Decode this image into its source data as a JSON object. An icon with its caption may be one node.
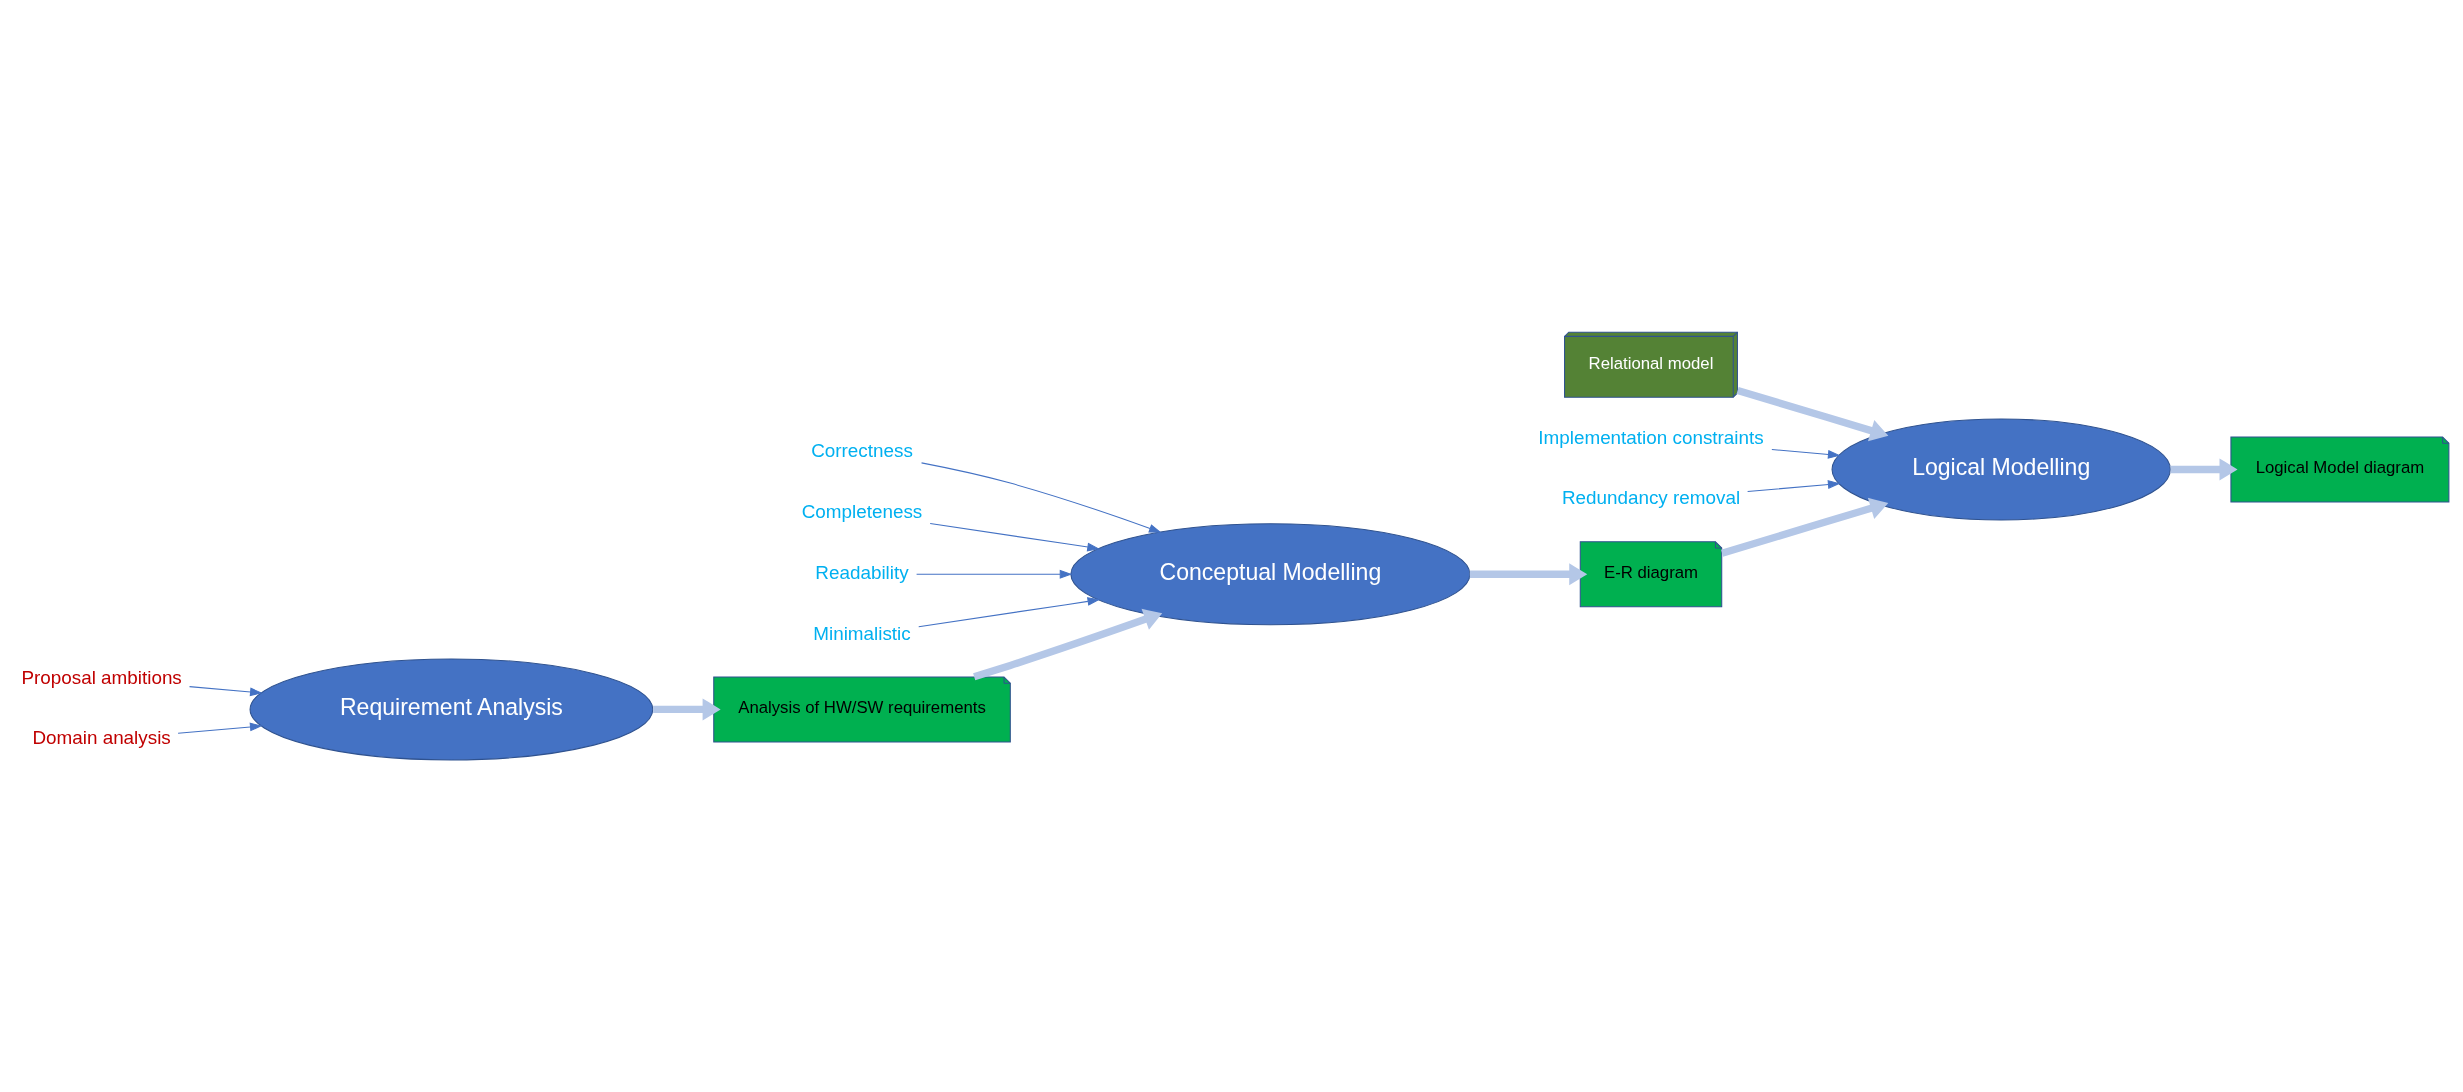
{
  "diagram": {
    "nodes": [
      {
        "text": [
          "Requirement Analysis"
        ]
      },
      {
        "text": [
          "Proposal ambitions"
        ]
      },
      {
        "text": [
          "Domain analysis"
        ]
      },
      {
        "text": [
          "Analysis of HW/SW requirements"
        ]
      },
      {
        "text": [
          "Conceptual Modelling"
        ]
      },
      {
        "text": [
          "Correctness"
        ]
      },
      {
        "text": [
          "Completeness"
        ]
      },
      {
        "text": [
          "Readability"
        ]
      },
      {
        "text": [
          "Minimalistic"
        ]
      },
      {
        "text": [
          "E-R diagram"
        ]
      },
      {
        "text": [
          "Relational model"
        ]
      },
      {
        "text": [
          "Logical Modelling"
        ]
      },
      {
        "text": [
          "Implementation constraints"
        ]
      },
      {
        "text": [
          "Redundancy removal"
        ]
      },
      {
        "text": [
          "Logical Model diagram"
        ]
      }
    ],
    "edges": [
      {
        "from": 1,
        "to": 0,
        "arrow": "to"
      },
      {
        "from": 2,
        "to": 0,
        "arrow": "to"
      },
      {
        "from": 0,
        "to": 3,
        "arrow": "to",
        "style": "thick",
        "color": "#b4c7e7"
      },
      {
        "from": 3,
        "to": 4,
        "arrow": "to",
        "style": "thick",
        "color": "#b4c7e7"
      },
      {
        "from": 5,
        "to": 4,
        "arrow": "to"
      },
      {
        "from": 6,
        "to": 4,
        "arrow": "to"
      },
      {
        "from": 7,
        "to": 4,
        "arrow": "to"
      },
      {
        "from": 8,
        "to": 4,
        "arrow": "to"
      },
      {
        "from": 4,
        "to": 9,
        "arrow": "to",
        "style": "thick",
        "color": "#b4c7e7"
      },
      {
        "from": 9,
        "to": 11,
        "arrow": "to",
        "style": "thick",
        "color": "#b4c7e7"
      },
      {
        "from": 10,
        "to": 11,
        "arrow": "to",
        "style": "thick",
        "color": "#b4c7e7"
      },
      {
        "from": 12,
        "to": 11,
        "arrow": "to"
      },
      {
        "from": 13,
        "to": 11,
        "arrow": "to"
      },
      {
        "from": 11,
        "to": 14,
        "arrow": "to",
        "style": "thick",
        "color": "#b4c7e7"
      }
    ]
  }
}
